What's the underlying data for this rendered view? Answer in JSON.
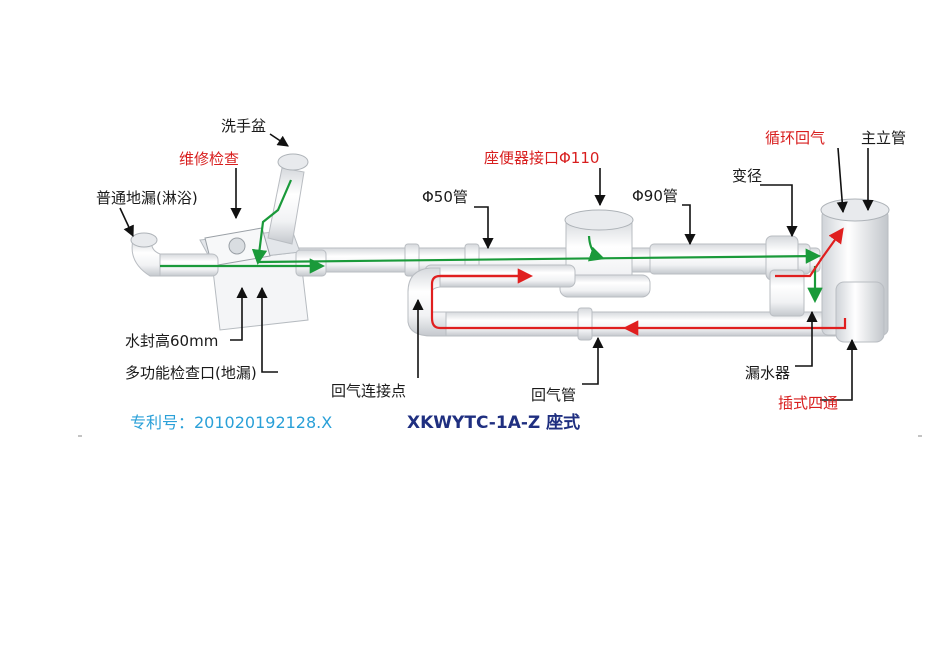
{
  "labels": {
    "washbasin": "洗手盆",
    "maintenance": "维修检查",
    "floor_drain": "普通地漏(淋浴)",
    "water_seal": "水封高60mm",
    "multi_inspection": "多功能检查口(地漏)",
    "pipe50": "Φ50管",
    "toilet_inlet": "座便器接口Φ110",
    "pipe90": "Φ90管",
    "reducer": "变径",
    "recirculation": "循环回气",
    "main_stack": "主立管",
    "return_connect": "回气连接点",
    "return_pipe": "回气管",
    "leak_device": "漏水器",
    "plug_cross": "插式四通"
  },
  "footer": {
    "patent": "专利号：201020192128.X",
    "model": "XKWYTC-1A-Z  座式"
  },
  "colors": {
    "red_label": "#d81e1e",
    "black_label": "#1a1a1a",
    "flow_green": "#1a9a3a",
    "flow_red": "#e01f1f",
    "patent_blue": "#2aa0d8",
    "model_navy": "#1f2f80"
  }
}
